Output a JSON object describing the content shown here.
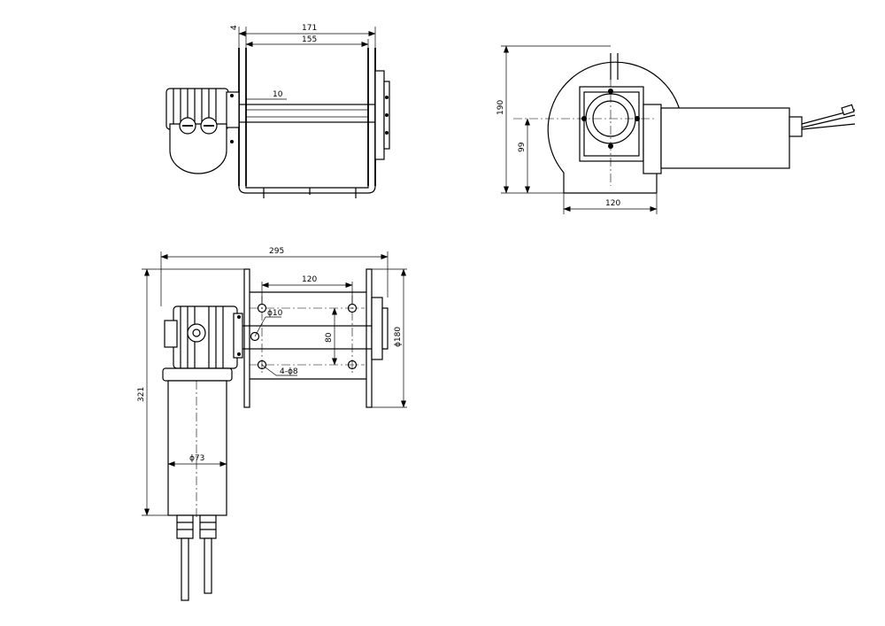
{
  "drawing": {
    "top_view": {
      "dim_4": "4",
      "dim_171": "171",
      "dim_155": "155",
      "dim_10": "10"
    },
    "side_view": {
      "dim_190": "190",
      "dim_99": "99",
      "dim_120": "120"
    },
    "front_view": {
      "dim_295": "295",
      "dim_120": "120",
      "dim_hole": "ϕ10",
      "dim_80": "80",
      "dim_flange": "ϕ180",
      "dim_holes": "4-ϕ8",
      "dim_321": "321",
      "dim_motor": "ϕ73"
    }
  }
}
